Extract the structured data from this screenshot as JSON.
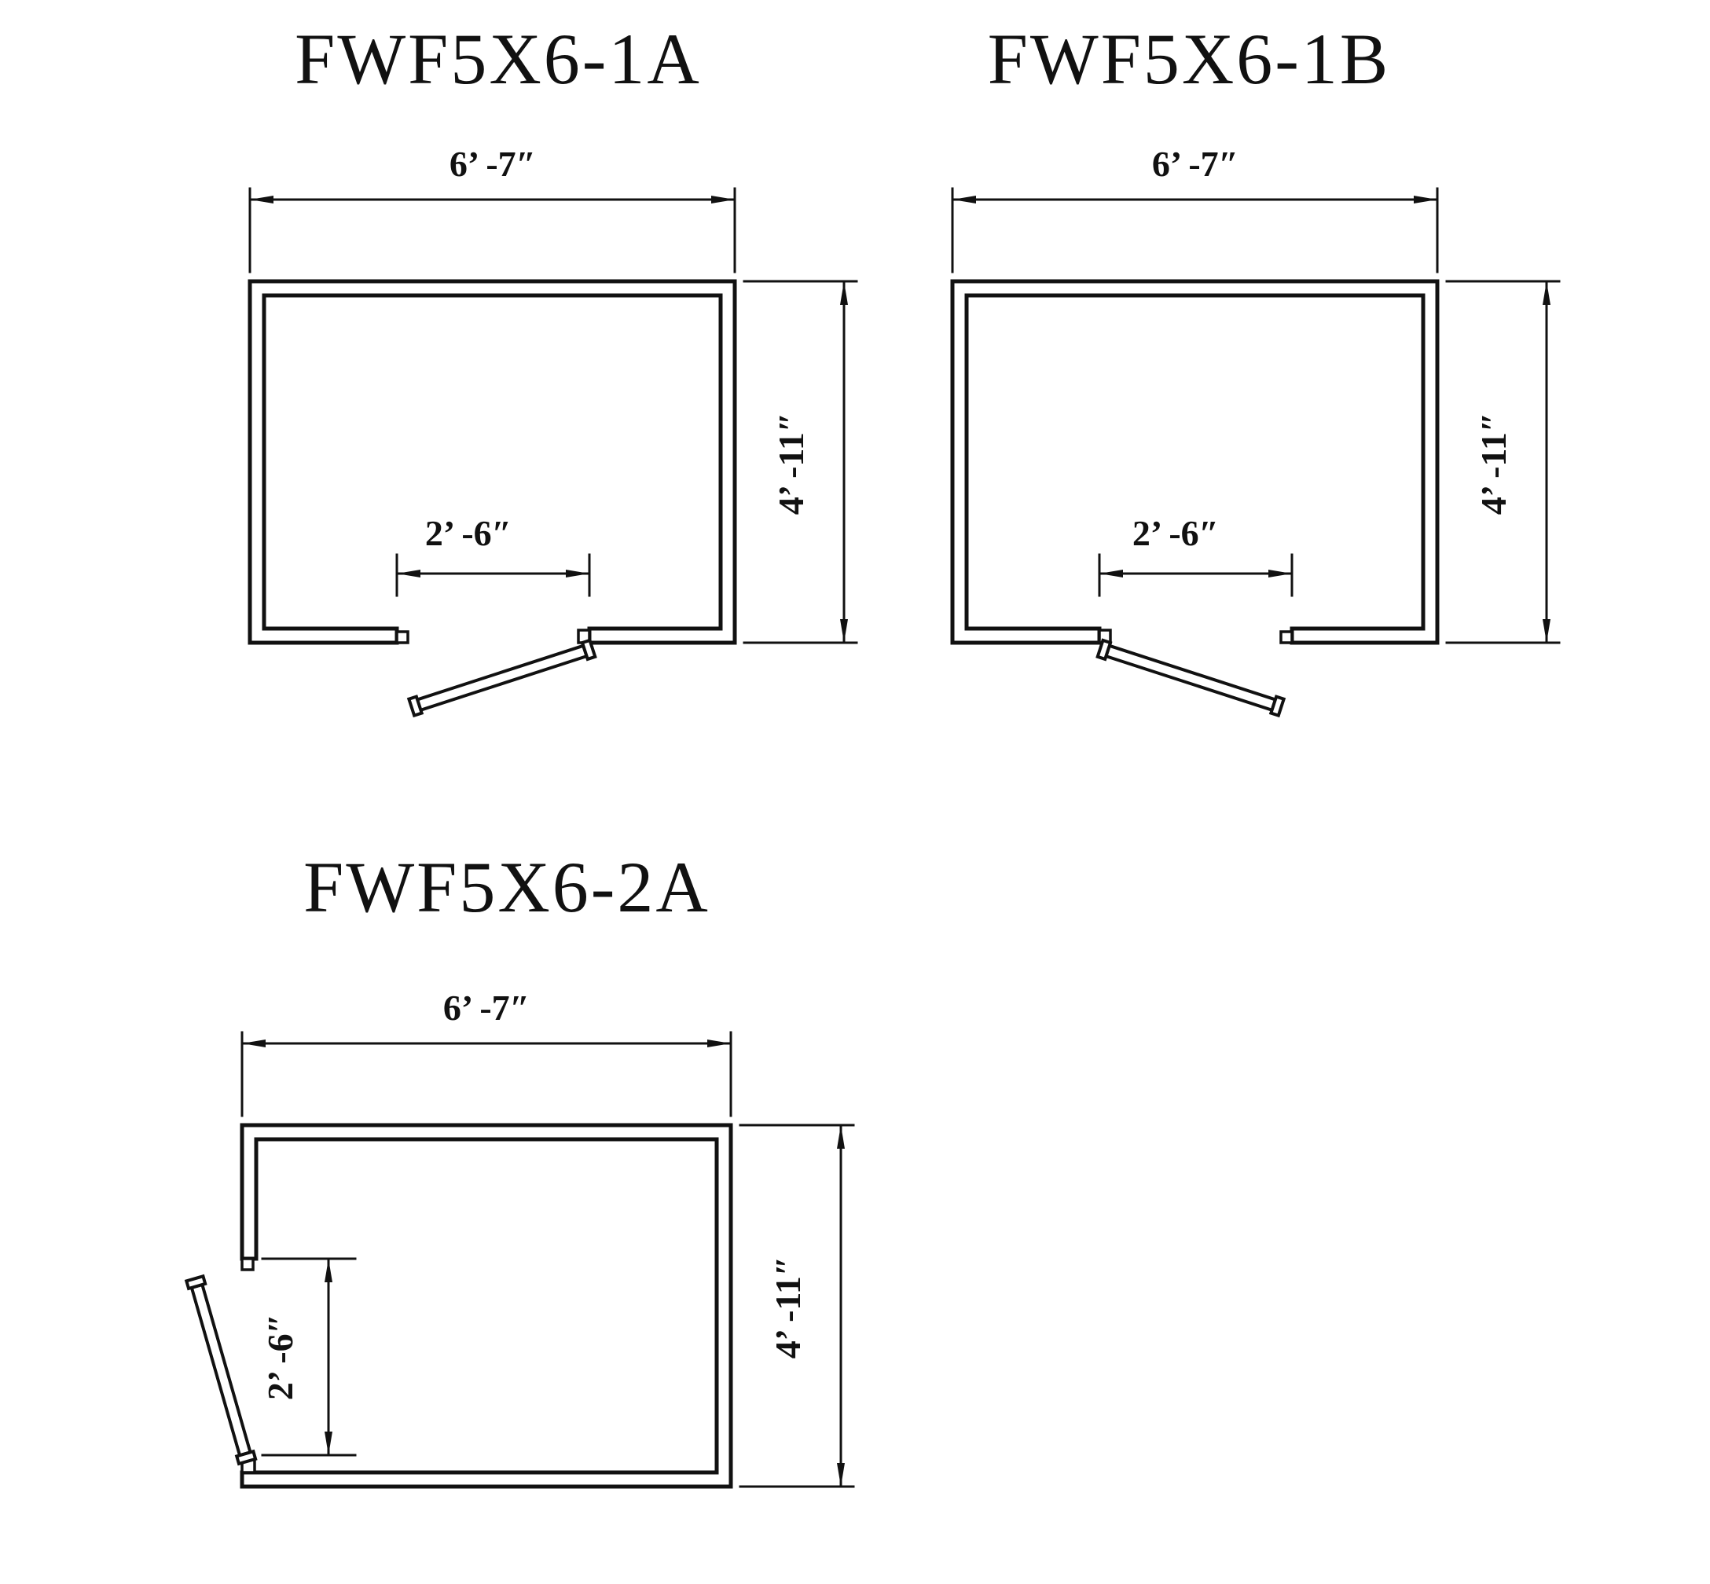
{
  "sheet": {
    "background": "#ffffff",
    "line_color": "#111111"
  },
  "plans": [
    {
      "title": "FWF5X6-1A",
      "width_label": "6’ -7″",
      "height_label": "4’ -11″",
      "door_label": "2’ -6″"
    },
    {
      "title": "FWF5X6-1B",
      "width_label": "6’ -7″",
      "height_label": "4’ -11″",
      "door_label": "2’ -6″"
    },
    {
      "title": "FWF5X6-2A",
      "width_label": "6’ -7″",
      "height_label": "4’ -11″",
      "door_label": "2’ -6″"
    }
  ]
}
